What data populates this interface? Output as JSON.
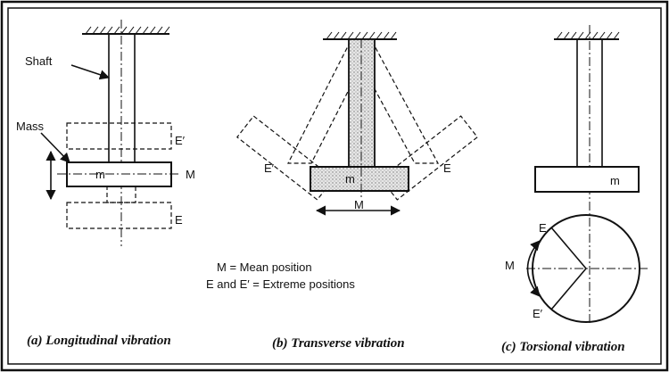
{
  "labels": {
    "shaft": "Shaft",
    "mass": "Mass",
    "e_prime": "E′",
    "e": "E",
    "m_mass": "m",
    "m_mean": "M"
  },
  "legend": {
    "line1": "M = Mean position",
    "line2": "E and E′ = Extreme positions"
  },
  "captions": {
    "a": "(a) Longitudinal vibration",
    "b": "(b) Transverse vibration",
    "c": "(c) Torsional vibration"
  }
}
